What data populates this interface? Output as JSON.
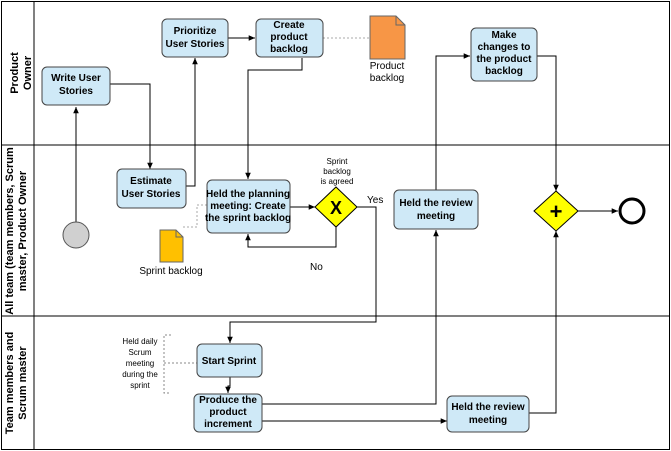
{
  "lanes": [
    {
      "label_lines": [
        "Product",
        "Owner"
      ]
    },
    {
      "label_lines": [
        "All team (team members, Scrum",
        "master, Product Owner"
      ]
    },
    {
      "label_lines": [
        "Team members and",
        "Scrum master"
      ]
    }
  ],
  "tasks": {
    "write_user_stories": [
      "Write User",
      "Stories"
    ],
    "prioritize_user_stories": [
      "Prioritize",
      "User Stories"
    ],
    "create_product_backlog": [
      "Create",
      "product",
      "backlog"
    ],
    "make_changes": [
      "Make",
      "changes to",
      "the product",
      "backlog"
    ],
    "estimate_user_stories": [
      "Estimate",
      "User Stories"
    ],
    "held_planning_meeting": [
      "Held the planning",
      "meeting: Create",
      "the sprint backlog"
    ],
    "held_review_meeting_all": [
      "Held the review",
      "meeting"
    ],
    "start_sprint": [
      "Start Sprint"
    ],
    "produce_increment": [
      "Produce the",
      "product",
      "increment"
    ],
    "held_review_meeting_team": [
      "Held the review",
      "meeting"
    ]
  },
  "artifacts": {
    "product_backlog": [
      "Product",
      "backlog"
    ],
    "sprint_backlog": [
      "Sprint backlog"
    ]
  },
  "annotations": {
    "sprint_backlog_agreed": [
      "Sprint",
      "backlog",
      "is agreed"
    ],
    "daily_scrum": [
      "Held daily",
      "Scrum",
      "meeting",
      "during the",
      "sprint"
    ]
  },
  "gateway_labels": {
    "yes": "Yes",
    "no": "No"
  },
  "gateways": {
    "exclusive_symbol": "X",
    "parallel_symbol": "+"
  },
  "colors": {
    "task_fill": "#cfe9f7",
    "task_stroke": "#444444",
    "gateway_fill": "#ffff00",
    "product_backlog_fill": "#f79646",
    "sprint_backlog_fill": "#ffc000",
    "start_event_fill": "#d0d0d0"
  }
}
